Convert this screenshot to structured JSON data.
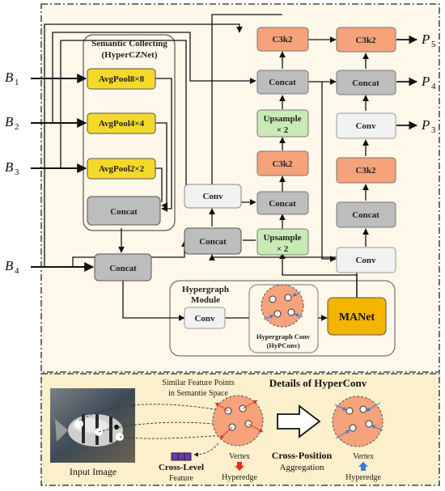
{
  "inputs": {
    "b1": {
      "main": "B",
      "sub": "1"
    },
    "b2": {
      "main": "B",
      "sub": "2"
    },
    "b3": {
      "main": "B",
      "sub": "3"
    },
    "b4": {
      "main": "B",
      "sub": "4"
    }
  },
  "outputs": {
    "p5": {
      "main": "P",
      "sub": "5"
    },
    "p4": {
      "main": "P",
      "sub": "4"
    },
    "p3": {
      "main": "P",
      "sub": "3"
    }
  },
  "semantic": {
    "title_line1": "Semantic Collecting",
    "title_line2": "(HyperCZNet)",
    "pool1": "AvgPool8×8",
    "pool2": "AvgPool4×4",
    "pool3": "AvgPool2×2",
    "concat": "Concat"
  },
  "blocks": {
    "concat_b4": "Concat",
    "concat_mid": "Concat",
    "conv_mid": "Conv",
    "c3k2_top": "C3k2",
    "concat_top": "Concat",
    "upsample1_line1": "Upsample",
    "upsample1_line2": "× 2",
    "c3k2_mid": "C3k2",
    "concat_low": "Concat",
    "upsample2_line1": "Upsample",
    "upsample2_line2": "× 2",
    "c3k2_r_top": "C3k2",
    "concat_r": "Concat",
    "conv_r": "Conv",
    "c3k2_r_mid": "C3k2",
    "concat_r_low": "Concat",
    "conv_r_low": "Conv"
  },
  "hypergraph": {
    "title_line1": "Hypergraph",
    "title_line2": "Module",
    "conv": "Conv",
    "hyconv_line1": "Hypergraph Conv",
    "hyconv_line2": "(HyPConv)",
    "manet": "MANet"
  },
  "details": {
    "title": "Details of HyperConv",
    "similar_line1": "Similar Feature Points",
    "similar_line2": "in Semantie Space",
    "input_image": "Input Image",
    "cross_level_line1": "Cross-Level",
    "cross_level_line2": "Feature",
    "vertex_left": "Vertex",
    "hyperedge_left": "Hyperedge",
    "cross_position_line1": "Cross-Position",
    "cross_position_line2": "Aggregation",
    "vertex_right": "Vertex",
    "hyperedge_right": "Hyperedge"
  },
  "colors": {
    "pool_yellow": "#f5d92a",
    "gray_block": "#bdbdbd",
    "c3k2_orange": "#f6a27a",
    "upsample_green": "#c9e9b5",
    "conv_white": "#f2f2f2",
    "manet_orange": "#f5b400",
    "panel_bg": "#fdf8ea",
    "details_bg": "#fbefcc",
    "arrow_red": "#e03020",
    "arrow_blue": "#3a7bd5"
  }
}
